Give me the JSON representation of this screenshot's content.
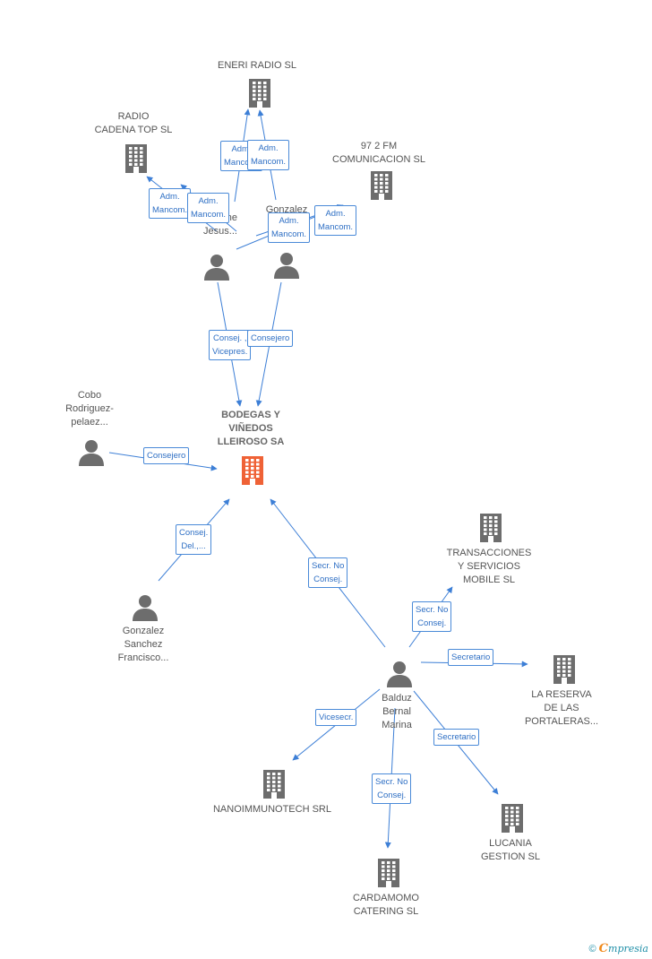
{
  "colors": {
    "edge": "#3d7fd6",
    "building_gray": "#6d6d6d",
    "building_focus": "#ef6236",
    "person": "#6d6d6d",
    "label_border": "#4a8ad8",
    "label_text": "#2e6fc4"
  },
  "icons": {
    "company": "building-icon",
    "person": "person-icon"
  },
  "nodes": [
    {
      "id": "eneri",
      "kind": "company",
      "label": "ENERI RADIO SL"
    },
    {
      "id": "radio_cadena",
      "kind": "company",
      "label": "RADIO\nCADENA TOP SL"
    },
    {
      "id": "fm972",
      "kind": "company",
      "label": "97 2 FM\nCOMUNICACION SL"
    },
    {
      "id": "p_alberne",
      "kind": "person",
      "label": "...z\nAlberne\nJesus..."
    },
    {
      "id": "p_gonzalez_f",
      "kind": "person",
      "label": "Gonzalez\nF..."
    },
    {
      "id": "bodegas",
      "kind": "company",
      "label": "BODEGAS Y\nVIÑEDOS\nLLEIROSO SA",
      "focus": true
    },
    {
      "id": "p_cobo",
      "kind": "person",
      "label": "Cobo\nRodriguez-\npelaez..."
    },
    {
      "id": "p_gonzalez_sanchez",
      "kind": "person",
      "label": "Gonzalez\nSanchez\nFrancisco..."
    },
    {
      "id": "transacciones",
      "kind": "company",
      "label": "TRANSACCIONES\nY SERVICIOS\nMOBILE SL"
    },
    {
      "id": "p_balduz",
      "kind": "person",
      "label": "Balduz\nBernal\nMarina"
    },
    {
      "id": "la_reserva",
      "kind": "company",
      "label": "LA RESERVA\nDE LAS\nPORTALERAS..."
    },
    {
      "id": "nanoimmuno",
      "kind": "company",
      "label": "NANOIMMUNOTECH SRL"
    },
    {
      "id": "lucania",
      "kind": "company",
      "label": "LUCANIA\nGESTION SL"
    },
    {
      "id": "cardamomo",
      "kind": "company",
      "label": "CARDAMOMO\nCATERING SL"
    }
  ],
  "edges": [
    {
      "from": "p_alberne",
      "to": "eneri",
      "label": "Adm.\nMancom."
    },
    {
      "from": "p_gonzalez_f",
      "to": "eneri",
      "label": "Adm.\nMancom."
    },
    {
      "from": "p_alberne",
      "to": "radio_cadena",
      "label": "Adm.\nMancom."
    },
    {
      "from": "p_gonzalez_f",
      "to": "radio_cadena",
      "label": "Adm.\nMancom."
    },
    {
      "from": "p_alberne",
      "to": "fm972",
      "label": "Adm.\nMancom."
    },
    {
      "from": "p_gonzalez_f",
      "to": "fm972",
      "label": "Adm.\nMancom."
    },
    {
      "from": "p_alberne",
      "to": "bodegas",
      "label": "Consej. ,\nVicepres."
    },
    {
      "from": "p_gonzalez_f",
      "to": "bodegas",
      "label": "Consejero"
    },
    {
      "from": "p_cobo",
      "to": "bodegas",
      "label": "Consejero"
    },
    {
      "from": "p_gonzalez_sanchez",
      "to": "bodegas",
      "label": "Consej.\nDel.,..."
    },
    {
      "from": "p_balduz",
      "to": "bodegas",
      "label": "Secr. No\nConsej."
    },
    {
      "from": "p_balduz",
      "to": "transacciones",
      "label": "Secr. No\nConsej."
    },
    {
      "from": "p_balduz",
      "to": "la_reserva",
      "label": "Secretario"
    },
    {
      "from": "p_balduz",
      "to": "nanoimmuno",
      "label": "Vicesecr."
    },
    {
      "from": "p_balduz",
      "to": "lucania",
      "label": "Secretario"
    },
    {
      "from": "p_balduz",
      "to": "cardamomo",
      "label": "Secr. No\nConsej."
    }
  ],
  "footer": {
    "copyright": "©",
    "brand_initial": "C",
    "brand_rest": "mpresia"
  }
}
